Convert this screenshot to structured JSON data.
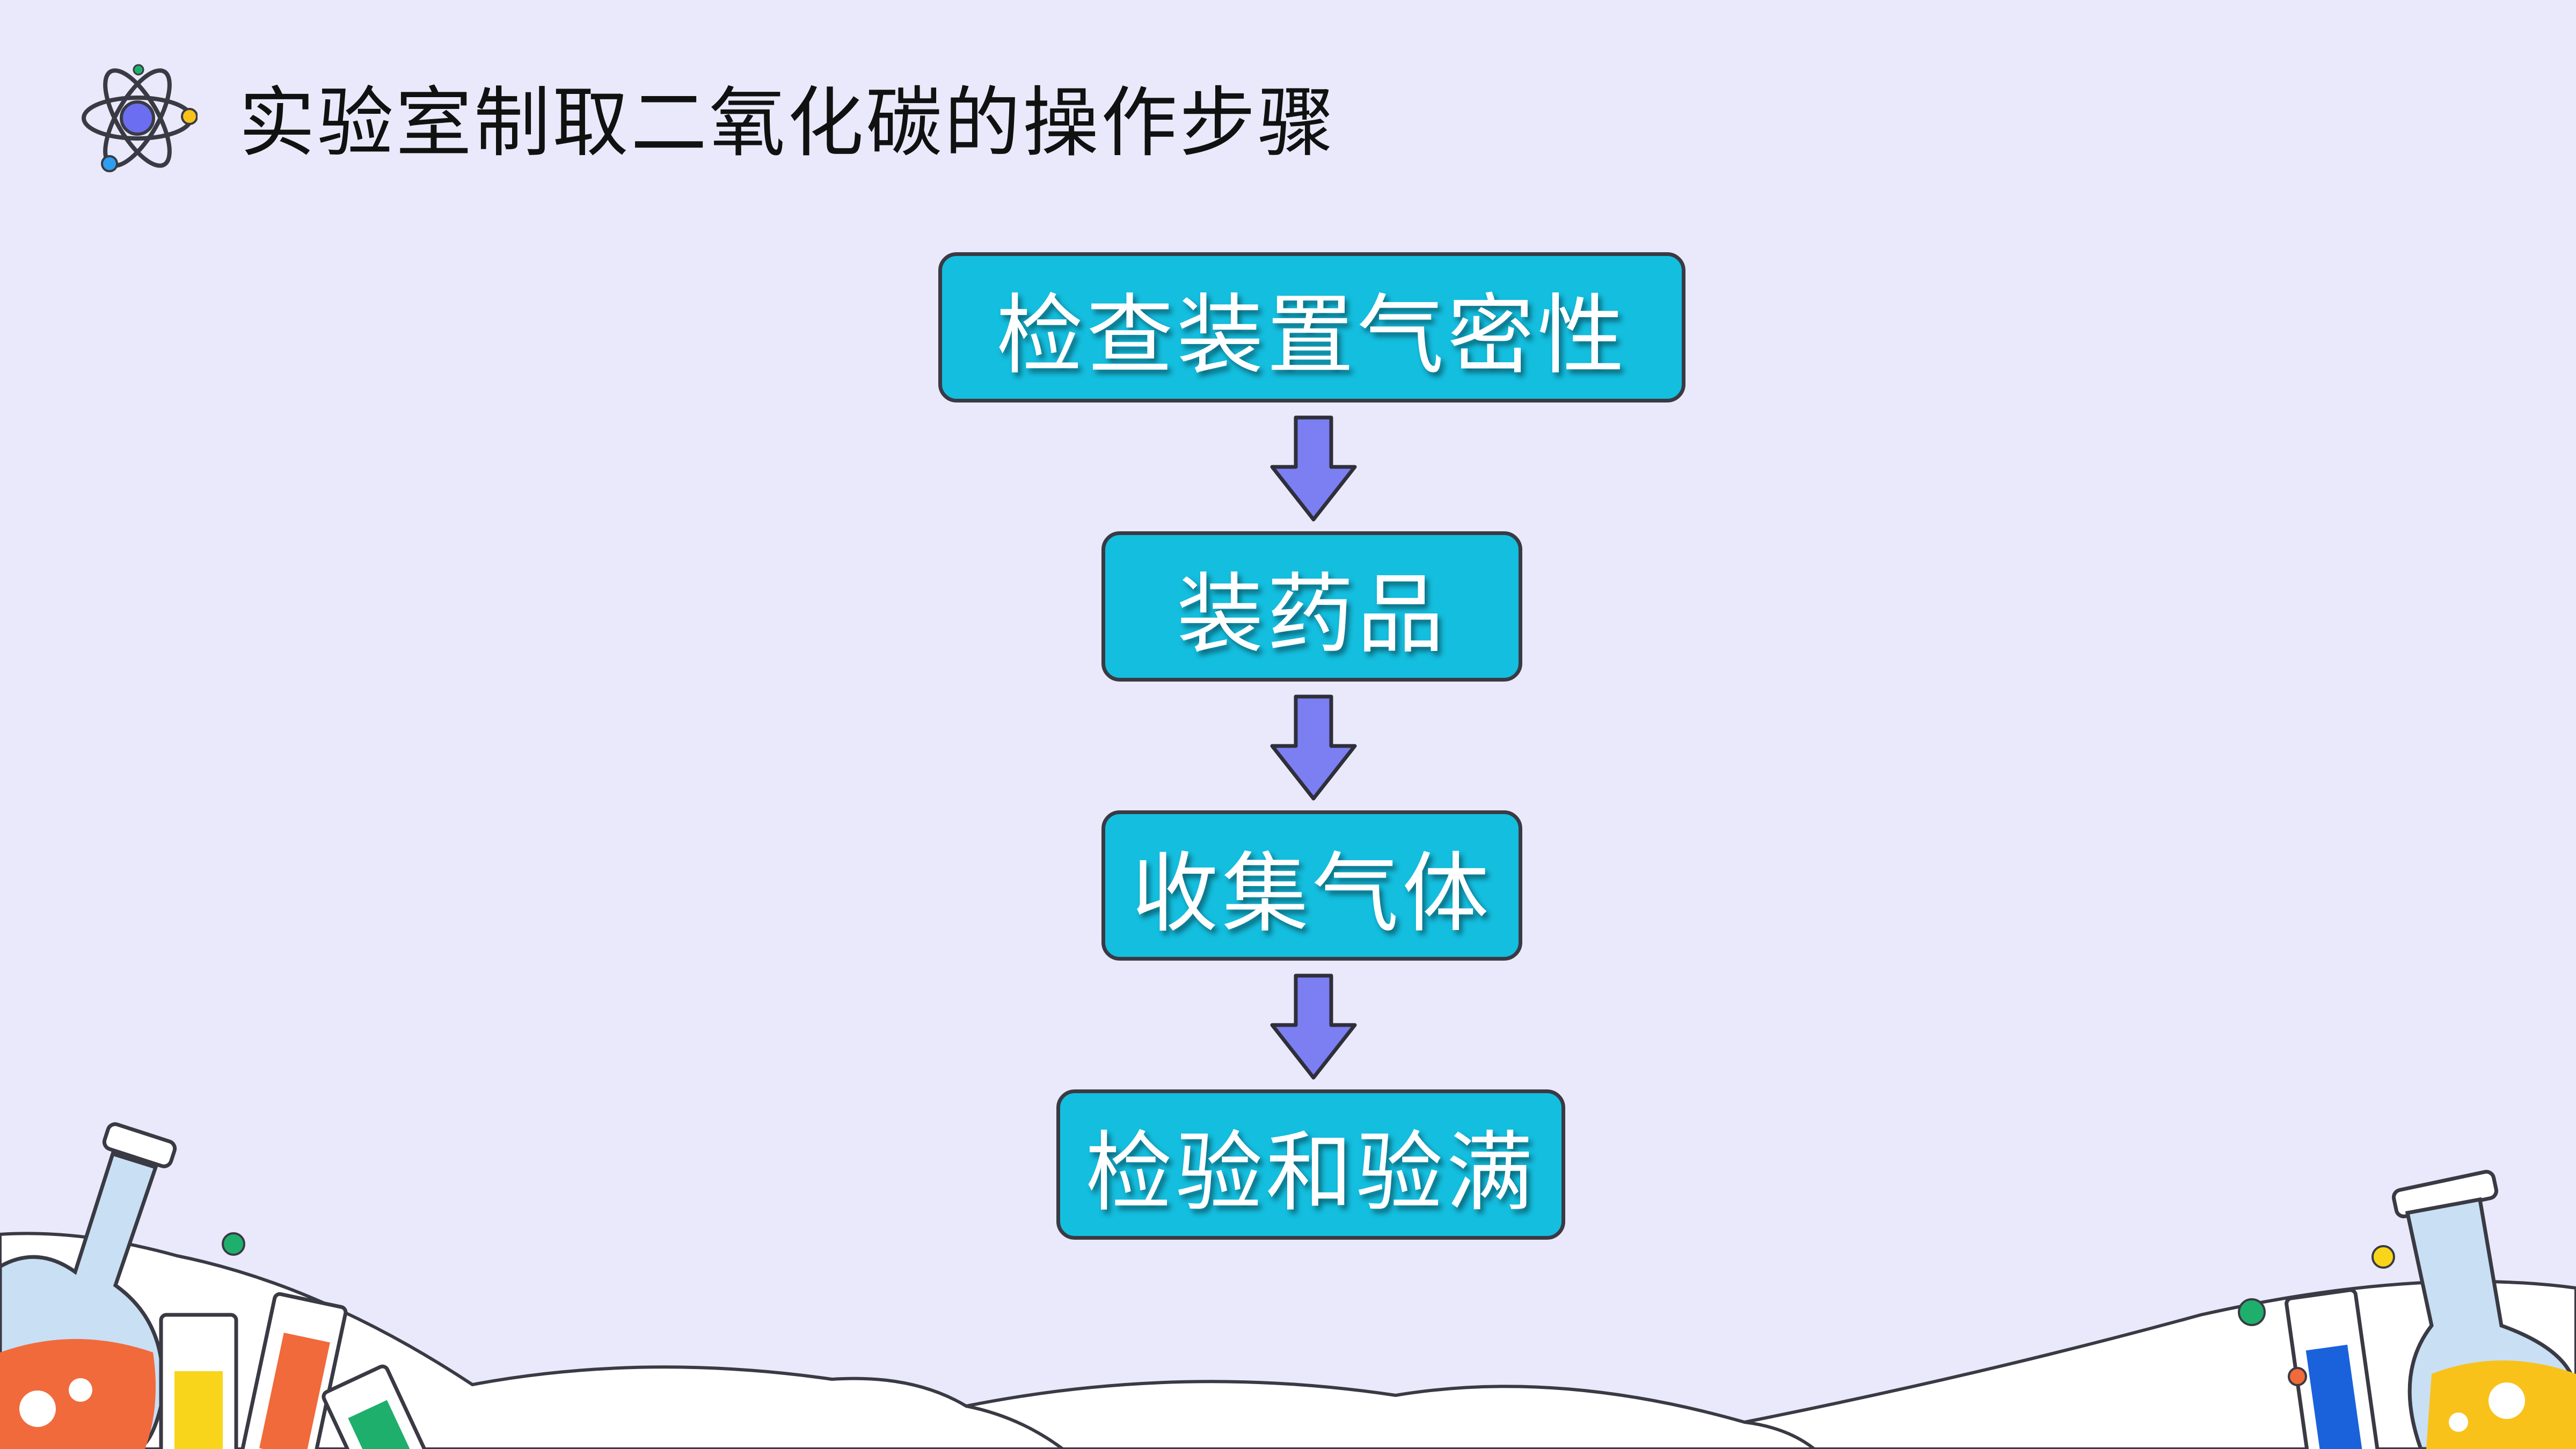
{
  "header": {
    "title": "实验室制取二氧化碳的操作步骤",
    "icon": "atom-icon"
  },
  "flow": {
    "steps": [
      {
        "label": "检查装置气密性"
      },
      {
        "label": "装药品"
      },
      {
        "label": "收集气体"
      },
      {
        "label": "检验和验满"
      }
    ],
    "connector": "down-arrow-icon"
  },
  "colors": {
    "background": "#E9E9FB",
    "box_fill": "#14BEDF",
    "box_border": "#3A3A44",
    "arrow_fill": "#7B7FF2",
    "text": "#FFFFFF"
  }
}
